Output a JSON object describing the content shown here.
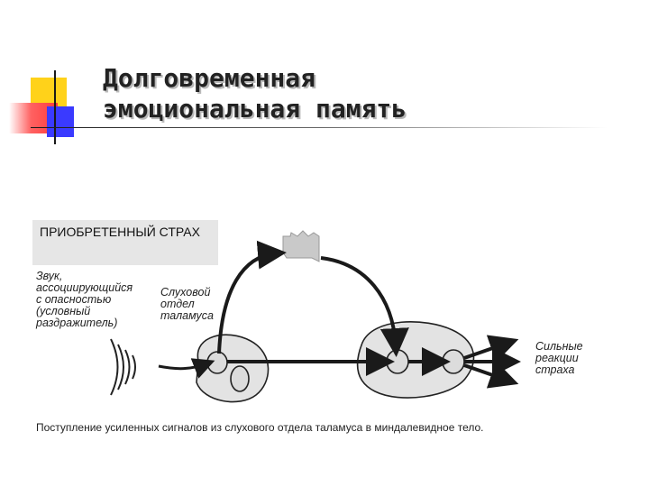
{
  "title": {
    "line1": "Долговременная",
    "line2": "эмоциональная память"
  },
  "panel": {
    "text": "ПРИОБРЕТЕННЫЙ СТРАХ"
  },
  "labels": {
    "stimulus": "Звук,\nассоциирующийся\nс опасностью\n(условный\nраздражитель)",
    "thalamus": "Слуховой\nотдел\nталамуса",
    "reaction": "Сильные\nреакции\nстраха"
  },
  "caption": "Поступление усиленных сигналов из слухового отдела таламуса в миндалевидное тело.",
  "colors": {
    "accent_yellow": "#ffd21a",
    "accent_red": "#ff3b3b",
    "accent_blue": "#3a3aff",
    "region_fill": "#e3e3e3"
  },
  "icons": [
    "sound-waves-icon",
    "cortex-icon"
  ]
}
